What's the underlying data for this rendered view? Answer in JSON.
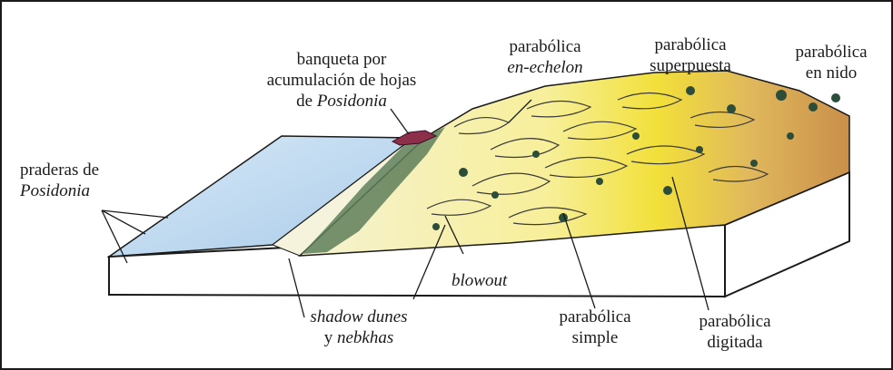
{
  "labels": {
    "praderas": {
      "line1": "praderas de",
      "line2_italic": "Posidonia"
    },
    "banqueta": {
      "line1": "banqueta por",
      "line2": "acumulación de hojas",
      "line3_prefix": "de ",
      "line3_italic": "Posidonia"
    },
    "enechelon": {
      "line1": "parabólica",
      "line2_italic": "en-echelon"
    },
    "superpuesta": {
      "line1": "parabólica",
      "line2": "superpuesta"
    },
    "nido": {
      "line1": "parabólica",
      "line2": "en nido"
    },
    "blowout": {
      "text_italic": "blowout"
    },
    "shadow": {
      "line1_italic": "shadow dunes",
      "line2_prefix": "y ",
      "line2_italic": "nebkhas"
    },
    "simple": {
      "line1": "parabólica",
      "line2": "simple"
    },
    "digitada": {
      "line1": "parabólica",
      "line2": "digitada"
    }
  },
  "colors": {
    "frame": "#1a1a1a",
    "water": "#bcd7ef",
    "sand_light": "#f4f0c8",
    "sand_yellow": "#f2e23a",
    "sand_brown": "#d7a65a",
    "vegetation": "#2c4d3a",
    "posidonia_bank": "#8b2f4a"
  }
}
